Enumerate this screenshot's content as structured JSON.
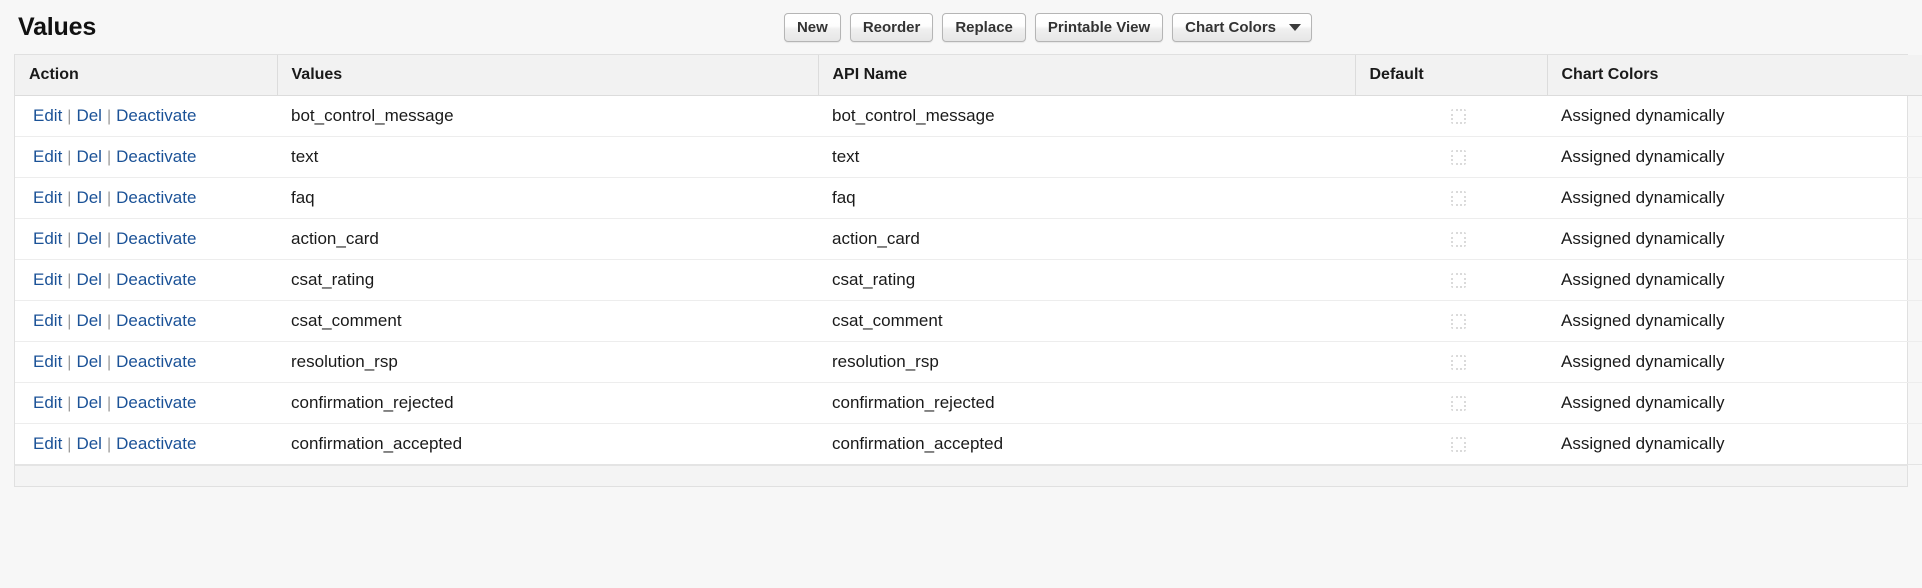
{
  "header": {
    "title": "Values"
  },
  "toolbar": {
    "new_label": "New",
    "reorder_label": "Reorder",
    "replace_label": "Replace",
    "printable_view_label": "Printable View",
    "chart_colors_label": "Chart Colors"
  },
  "table": {
    "columns": {
      "action": "Action",
      "values": "Values",
      "api_name": "API Name",
      "default": "Default",
      "chart_colors": "Chart Colors"
    },
    "row_actions": {
      "edit": "Edit",
      "del": "Del",
      "deactivate": "Deactivate",
      "separator": "|"
    },
    "rows": [
      {
        "value": "bot_control_message",
        "api_name": "bot_control_message",
        "default": false,
        "chart_colors": "Assigned dynamically"
      },
      {
        "value": "text",
        "api_name": "text",
        "default": false,
        "chart_colors": "Assigned dynamically"
      },
      {
        "value": "faq",
        "api_name": "faq",
        "default": false,
        "chart_colors": "Assigned dynamically"
      },
      {
        "value": "action_card",
        "api_name": "action_card",
        "default": false,
        "chart_colors": "Assigned dynamically"
      },
      {
        "value": "csat_rating",
        "api_name": "csat_rating",
        "default": false,
        "chart_colors": "Assigned dynamically"
      },
      {
        "value": "csat_comment",
        "api_name": "csat_comment",
        "default": false,
        "chart_colors": "Assigned dynamically"
      },
      {
        "value": "resolution_rsp",
        "api_name": "resolution_rsp",
        "default": false,
        "chart_colors": "Assigned dynamically"
      },
      {
        "value": "confirmation_rejected",
        "api_name": "confirmation_rejected",
        "default": false,
        "chart_colors": "Assigned dynamically"
      },
      {
        "value": "confirmation_accepted",
        "api_name": "confirmation_accepted",
        "default": false,
        "chart_colors": "Assigned dynamically"
      }
    ]
  },
  "colors": {
    "link": "#1b5297",
    "page_background": "#f7f7f7",
    "header_row_background": "#f2f2f2",
    "row_background": "#ffffff",
    "border": "#e0e0e0"
  }
}
